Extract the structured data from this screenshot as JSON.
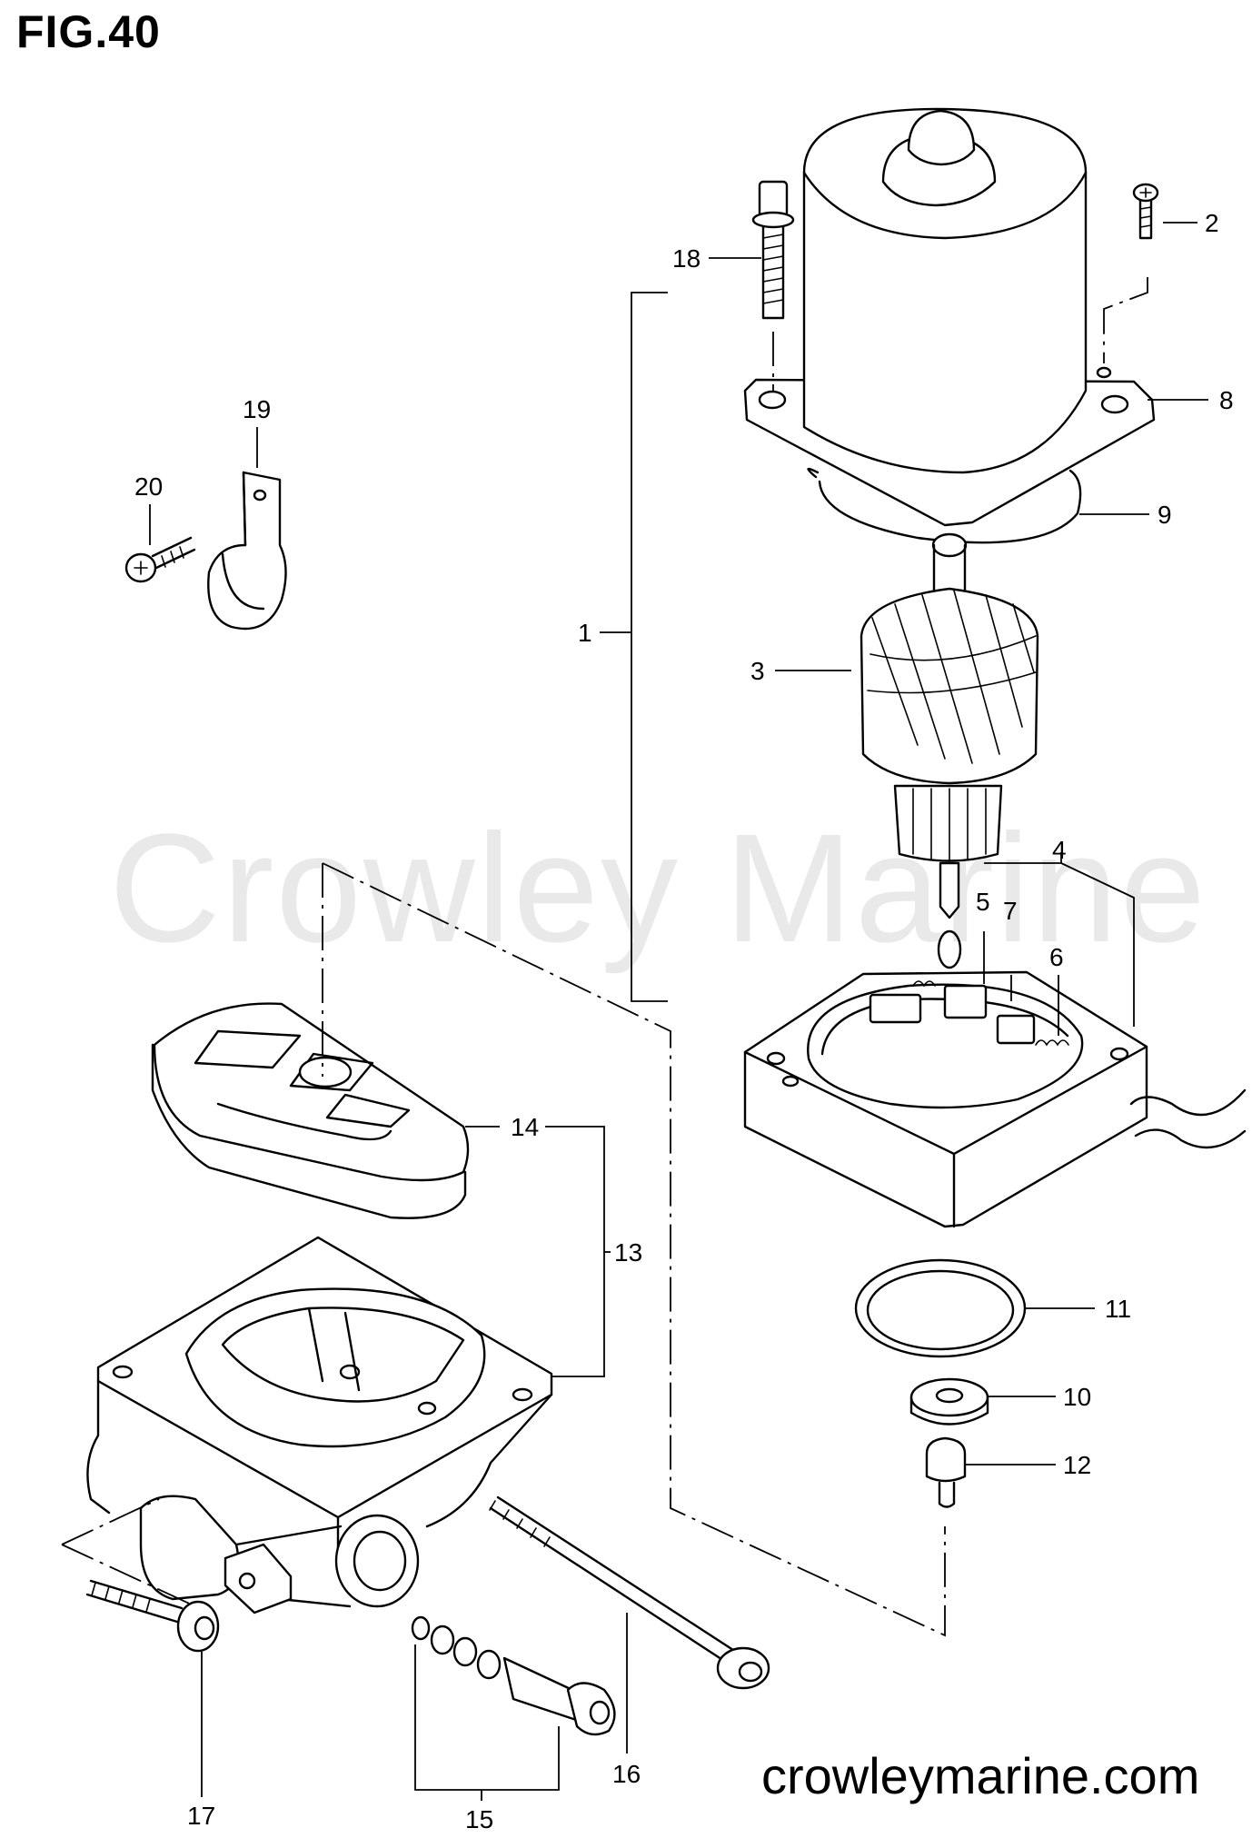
{
  "figure": {
    "title": "FIG.40",
    "watermark": "Crowley Marine",
    "site": "crowleymarine.com"
  },
  "callouts": [
    {
      "id": "1",
      "label": "1"
    },
    {
      "id": "2",
      "label": "2"
    },
    {
      "id": "3",
      "label": "3"
    },
    {
      "id": "4",
      "label": "4"
    },
    {
      "id": "5",
      "label": "5"
    },
    {
      "id": "6",
      "label": "6"
    },
    {
      "id": "7",
      "label": "7"
    },
    {
      "id": "8",
      "label": "8"
    },
    {
      "id": "9",
      "label": "9"
    },
    {
      "id": "10",
      "label": "10"
    },
    {
      "id": "11",
      "label": "11"
    },
    {
      "id": "12",
      "label": "12"
    },
    {
      "id": "13",
      "label": "13"
    },
    {
      "id": "14",
      "label": "14"
    },
    {
      "id": "15",
      "label": "15"
    },
    {
      "id": "16",
      "label": "16"
    },
    {
      "id": "17",
      "label": "17"
    },
    {
      "id": "18",
      "label": "18"
    },
    {
      "id": "19",
      "label": "19"
    },
    {
      "id": "20",
      "label": "20"
    }
  ]
}
